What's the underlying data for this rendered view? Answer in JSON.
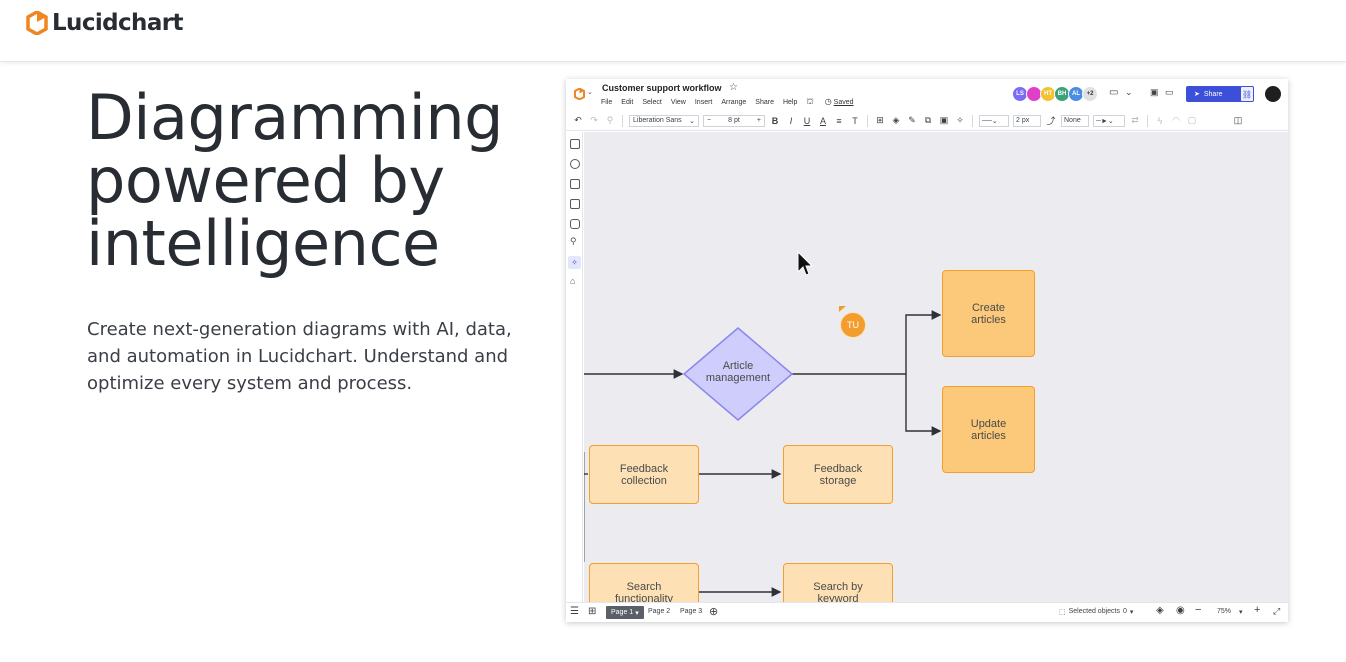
{
  "brand": {
    "name": "Lucidchart"
  },
  "hero": {
    "title": "Diagramming powered by intelligence",
    "subtitle": "Create next-generation diagrams with AI, data, and automation in Lucidchart. Understand and optimize every system and process."
  },
  "app": {
    "doc_title": "Customer support workflow",
    "menu": [
      "File",
      "Edit",
      "Select",
      "View",
      "Insert",
      "Arrange",
      "Share",
      "Help"
    ],
    "saved_label": "Saved",
    "collaborators": [
      {
        "initials": "LS",
        "color": "#7b6cf6"
      },
      {
        "initials": "",
        "color": "#e040c8"
      },
      {
        "initials": "HT",
        "color": "#f2c231"
      },
      {
        "initials": "BH",
        "color": "#3aa37a"
      },
      {
        "initials": "AL",
        "color": "#4a8de6"
      }
    ],
    "more_collaborators": "+2",
    "share_label": "Share",
    "toolbar": {
      "font": "Liberation Sans",
      "font_size": "8 pt",
      "line_width": "2 px",
      "arrow_start": "None"
    },
    "pages": [
      "Page 1",
      "Page 2",
      "Page 3"
    ],
    "status": {
      "selected_label": "Selected objects",
      "selected_count": "0",
      "zoom": "75%"
    }
  },
  "diagram": {
    "decision": "Article management",
    "nodes": {
      "create": "Create articles",
      "update": "Update articles",
      "feedback_collection": "Feedback collection",
      "feedback_storage": "Feedback storage",
      "search_functionality": "Search functionality",
      "search_keyword": "Search by keyword"
    },
    "cursor_user": "TU"
  },
  "colors": {
    "accent": "#f59e2b",
    "share_button": "#3b4fd8",
    "decision_fill": "#cfcdfb"
  }
}
